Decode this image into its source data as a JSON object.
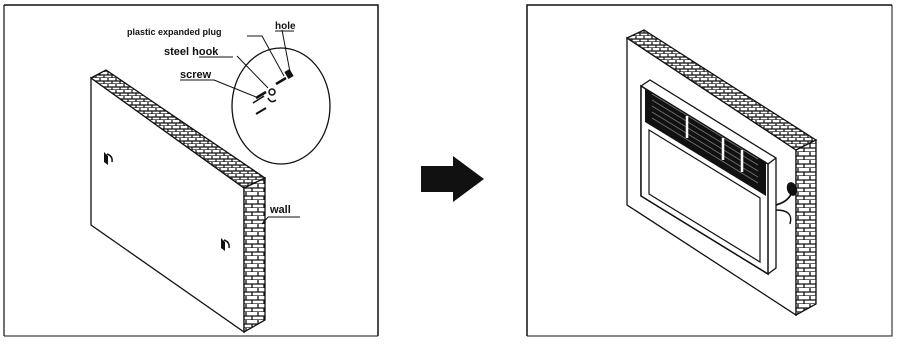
{
  "labels": {
    "plug": "plastic expanded plug",
    "hole": "hole",
    "hook": "steel hook",
    "screw": "screw",
    "wall": "wall"
  },
  "icons": {
    "arrow": "right-arrow-icon"
  },
  "colors": {
    "ink": "#111111",
    "paper": "#ffffff"
  }
}
